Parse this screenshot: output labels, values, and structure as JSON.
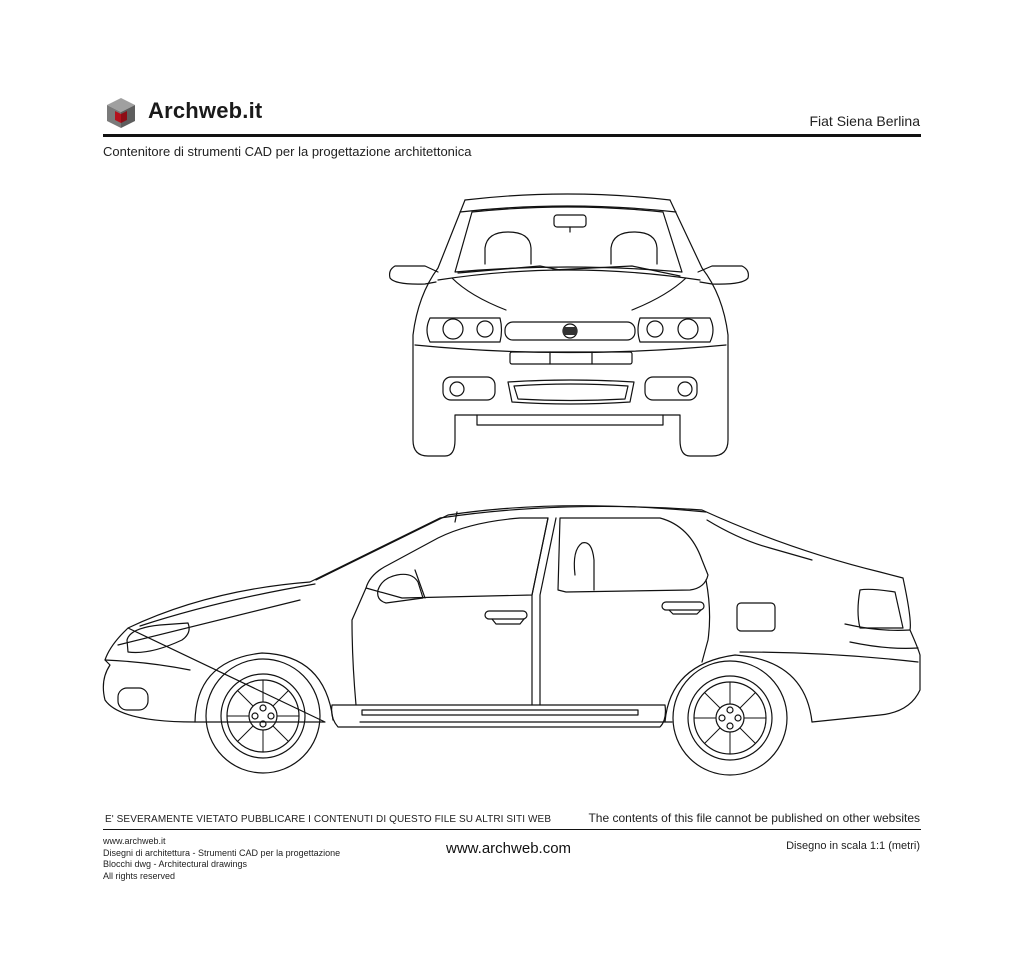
{
  "header": {
    "brand": "Archweb.it",
    "model": "Fiat Siena Berlina",
    "tagline": "Contenitore di strumenti CAD per la progettazione architettonica",
    "logo_icon": "archweb-cube-logo"
  },
  "footer": {
    "warning_it": "E' SEVERAMENTE VIETATO PUBBLICARE I CONTENUTI DI QUESTO FILE SU ALTRI SITI WEB",
    "warning_en": "The contents of this file cannot be published on other websites",
    "info_lines": [
      "www.archweb.it",
      "Disegni di architettura - Strumenti CAD  per la progettazione",
      "Blocchi dwg - Architectural drawings",
      "All rights reserved"
    ],
    "center_url": "www.archweb.com",
    "scale": "Disegno in scala 1:1 (metri)"
  },
  "colors": {
    "line": "#111111",
    "logo_red": "#b3121d",
    "logo_grey": "#8a8a8a"
  }
}
